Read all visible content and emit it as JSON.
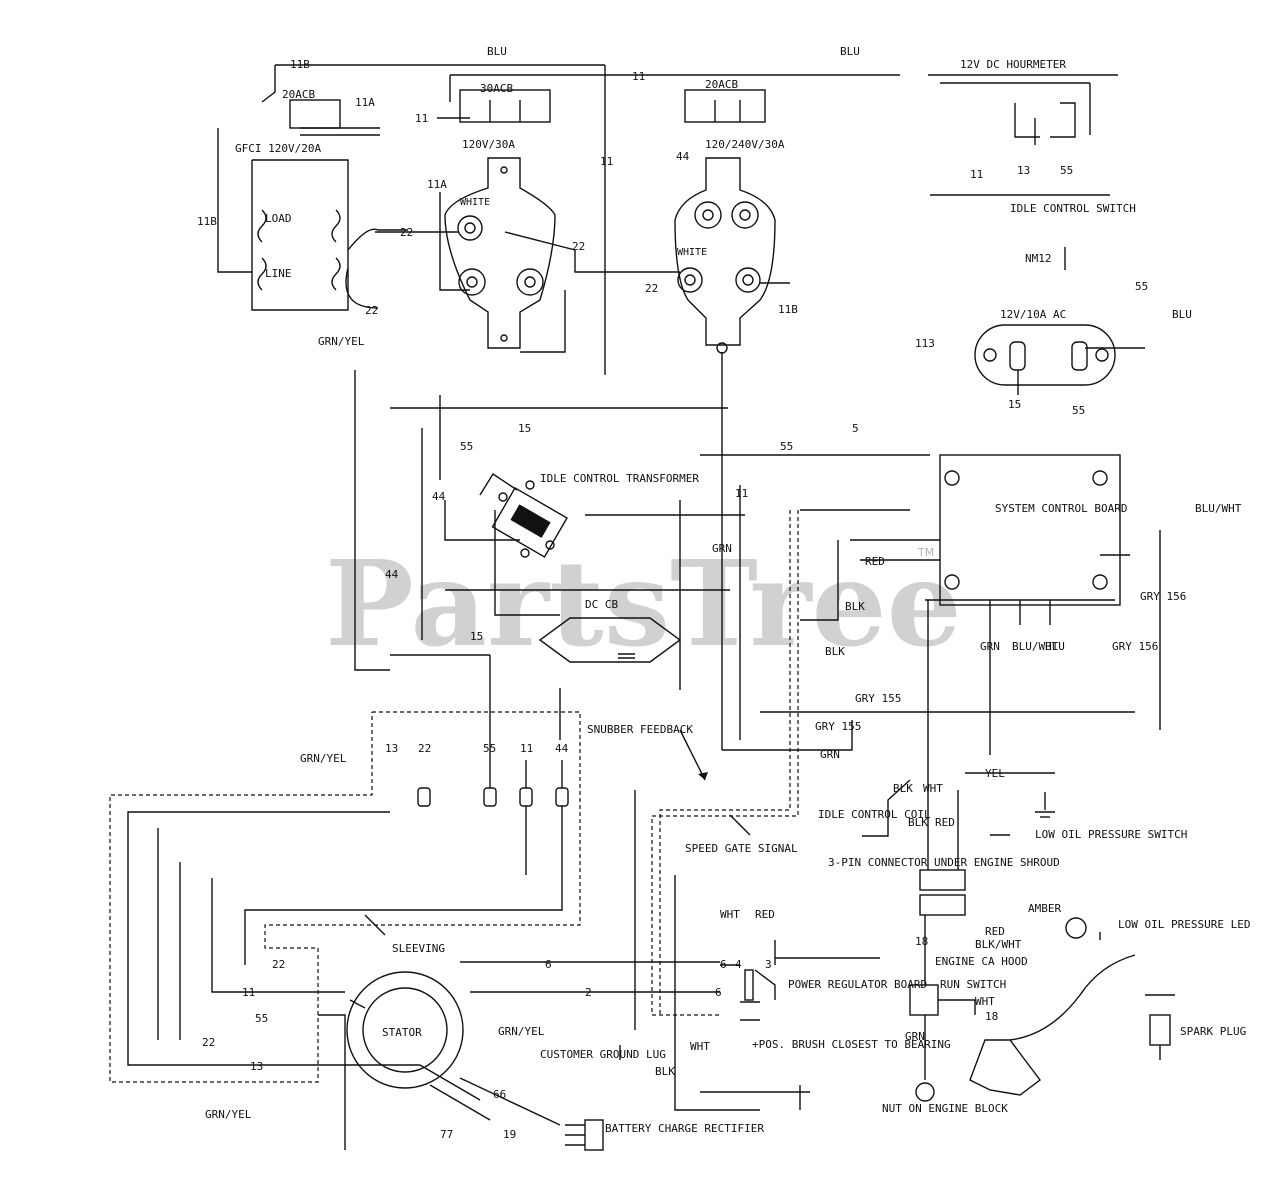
{
  "watermark": {
    "brand": "PartsTree",
    "tm": "TM"
  },
  "labels": {
    "blu_top": "BLU",
    "blu_top2": "BLU",
    "hourmeter": "12V DC HOURMETER",
    "wire_11b_top": "11B",
    "wire_11_top": "11",
    "wire_11_top2": "11",
    "cb20a": "20ACB",
    "wire_11a": "11A",
    "gfci": "GFCI 120V/20A",
    "cb30a": "30ACB",
    "r30": "120V/30A",
    "cb20b": "20ACB",
    "r120_240": "120/240V/30A",
    "wire_11b_left": "11B",
    "wire_22a": "22",
    "wire_22b": "22",
    "wire_22c": "22",
    "wire_22d": "22",
    "load": "LOAD",
    "line": "LINE",
    "wire_11a_2": "11A",
    "wire_44": "44",
    "white_1": "WHITE",
    "white_2": "WHITE",
    "wire_11b_right": "11B",
    "wire_11c": "11",
    "wire_13a": "13",
    "wire_55a": "55",
    "idle_ctrl": "IDLE CONTROL SWITCH",
    "wire_nm": "NM12",
    "wire_55b": "55",
    "r12v": "12V/10A AC",
    "blu_right": "BLU",
    "wire_113": "113",
    "wire_15a": "15",
    "wire_55c": "55",
    "grn_yel_left": "GRN/YEL",
    "wire_15b": "15",
    "wire_5": "5",
    "wire_55d": "55",
    "wire_55e": "55",
    "idle_xfmr": "IDLE CONTROL TRANSFORMER",
    "wire_11d": "11",
    "wire_44b": "44",
    "sys_ctrl": "SYSTEM CONTROL BOARD",
    "blu_wht": "BLU/WHT",
    "grn_1": "GRN",
    "red_1": "RED",
    "blk_1": "BLK",
    "blk_2": "BLK",
    "grn_2": "GRN",
    "blu_wht_2": "BLU/WHT",
    "blu_2": "BLU",
    "gry_156a": "GRY 156",
    "gry_156b": "GRY 156",
    "dc_cb": "DC CB",
    "wire_15c": "15",
    "wire_44c": "44",
    "gry_155a": "GRY 155",
    "gry_155b": "GRY 155",
    "grn_3": "GRN",
    "grn_yel_2": "GRN/YEL",
    "wire_13b": "13",
    "wire_22e": "22",
    "wire_55f": "55",
    "wire_11e": "11",
    "wire_44d": "44",
    "snubber": "SNUBBER FEEDBACK",
    "yel": "YEL",
    "blk_3": "BLK",
    "wht_1": "WHT",
    "blk_4": "BLK",
    "red_2": "RED",
    "idle_coil": "IDLE CONTROL COIL",
    "low_oil_sw": "LOW OIL PRESSURE SWITCH",
    "speed_gate": "SPEED GATE SIGNAL",
    "pin3_conn": "3-PIN CONNECTOR UNDER ENGINE SHROUD",
    "wht_2": "WHT",
    "red_3": "RED",
    "amber": "AMBER",
    "blk_wht": "BLK/WHT",
    "low_oil_led": "LOW OIL PRESSURE LED",
    "red_4": "RED",
    "engine_ca": "ENGINE CA HOOD",
    "run_sw": "RUN SWITCH",
    "wht_3": "WHT",
    "wire_18a": "18",
    "wire_18b": "18",
    "sleeving": "SLEEVING",
    "wire_6a": "6",
    "wire_6b": "6",
    "wire_6c": "6",
    "wire_2": "2",
    "wire_4": "4",
    "wire_3": "3",
    "power_reg": "POWER REGULATOR BOARD",
    "wire_11f": "11",
    "wire_22f": "22",
    "wire_55g": "55",
    "wire_22g": "22",
    "stator": "STATOR",
    "grn_yel_3": "GRN/YEL",
    "customer_gnd": "CUSTOMER GROUND LUG",
    "brush": "+POS. BRUSH CLOSEST TO BEARING",
    "blk_5": "BLK",
    "wht_4": "WHT",
    "wire_13c": "13",
    "wire_66": "66",
    "wire_77": "77",
    "wire_19": "19",
    "grn_yel_4": "GRN/YEL",
    "battery": "BATTERY CHARGE RECTIFIER",
    "nut_engine": "NUT ON ENGINE BLOCK",
    "grn_4": "GRN",
    "spark": "SPARK PLUG"
  }
}
